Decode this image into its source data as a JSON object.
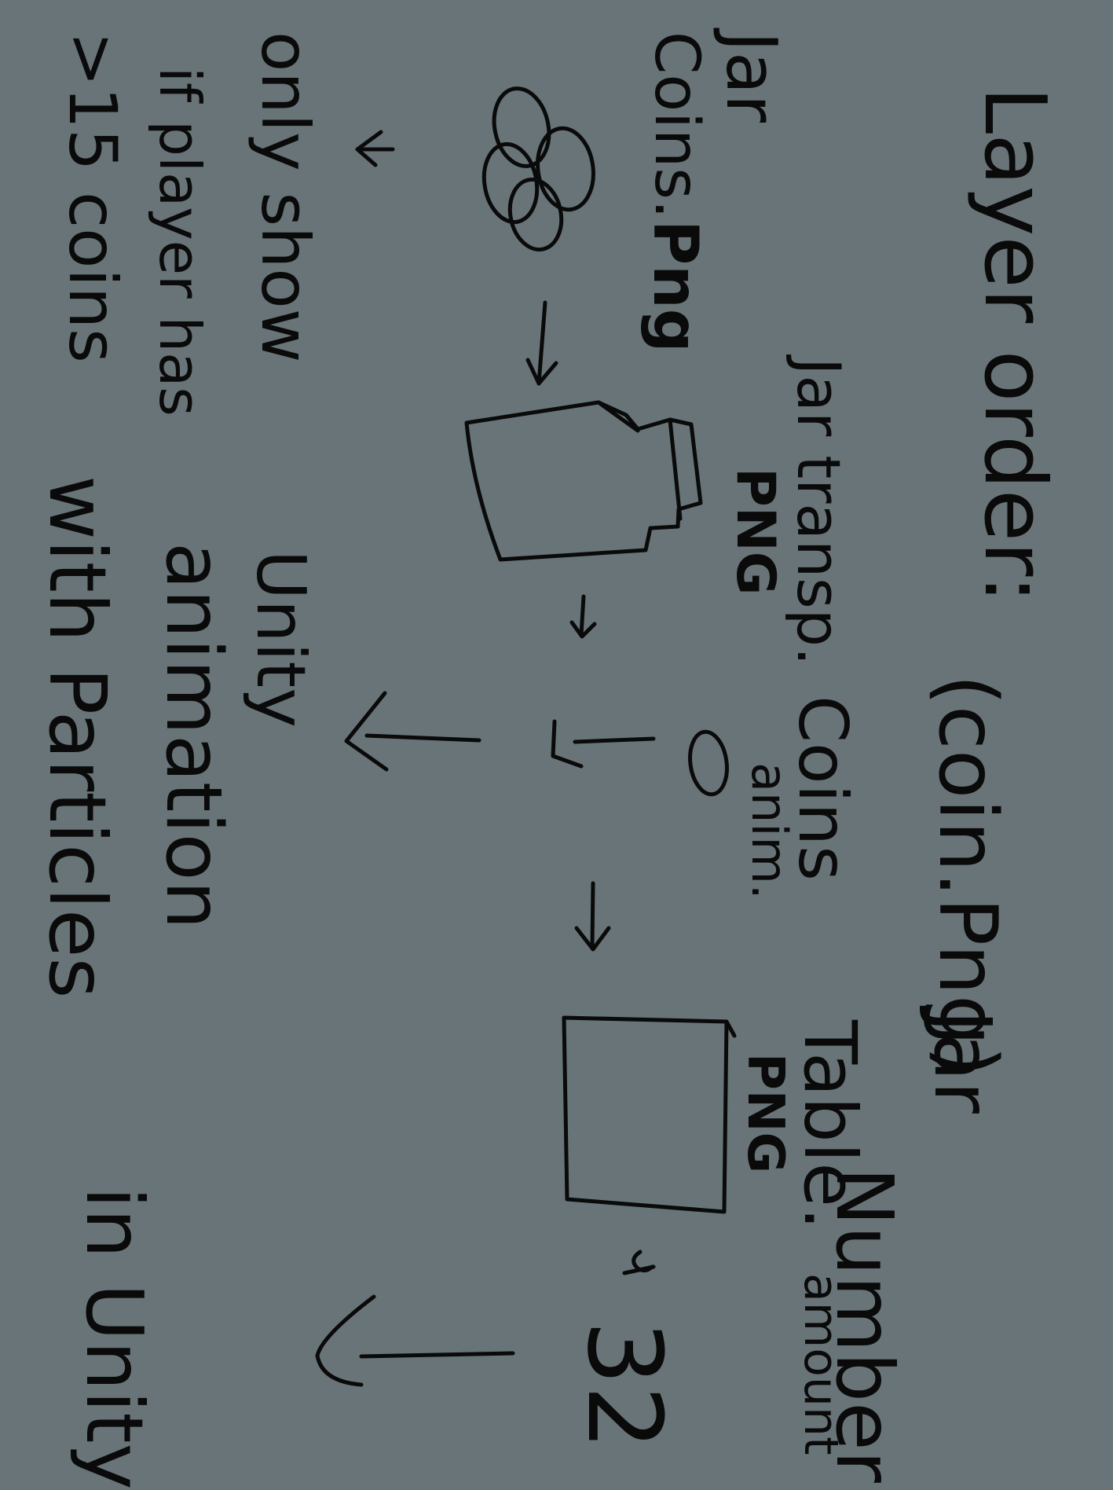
{
  "title": "Layer order:",
  "labels": {
    "coin_png": "(coin.Png)",
    "jar_top": "Jar",
    "jar_table": "Jar",
    "table": "Table.",
    "table_png": "PNG",
    "amount": "amount",
    "amount_value": "32",
    "jar_transp": "Jar transp.",
    "jar_png": "PNG",
    "coins": "Coins",
    "anim": "anim.",
    "zero": "0",
    "unity_anim_1": "Unity",
    "unity_anim_2": "animation",
    "unity_anim_3": "with Particles",
    "number_1": "Number",
    "number_2": "in Unity",
    "jar_coins_1": "Jar",
    "jar_coins_2": "Coins.",
    "jar_coins_png": "Png",
    "only_show": "only show",
    "if_player": "if player has",
    "min_coins": ">15 coins"
  }
}
